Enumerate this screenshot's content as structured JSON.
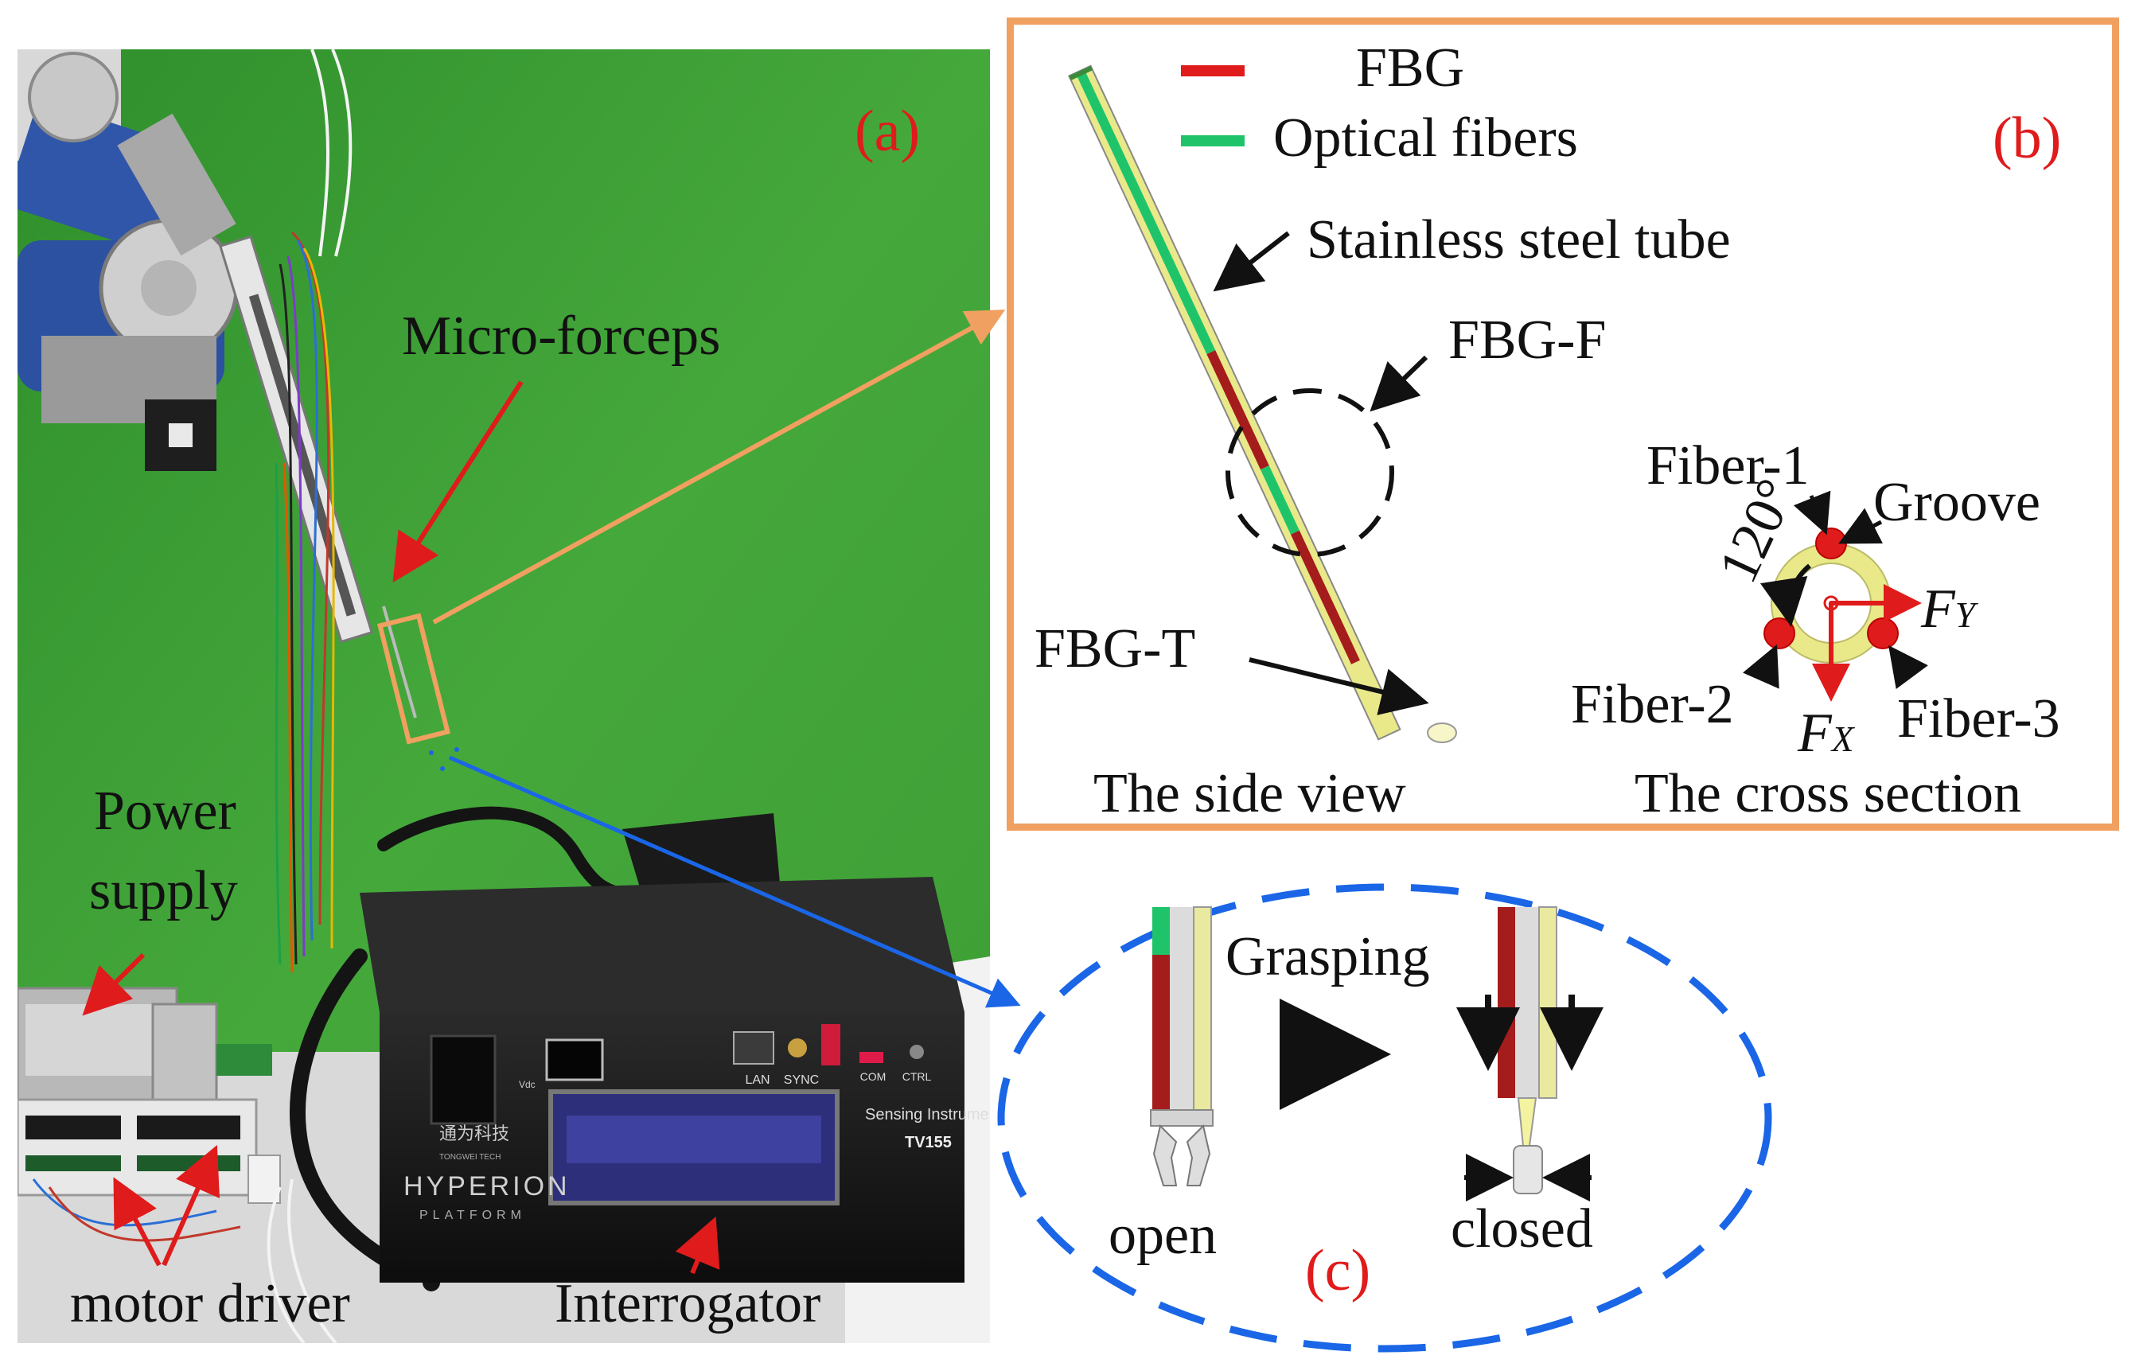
{
  "colors": {
    "fbg": "#e01b1b",
    "optical_fiber": "#1fc46a",
    "tube": "#e9e98a",
    "panel_b_border": "#f0a060",
    "panel_c_border": "#1a66e6",
    "label_red": "#e01b1b",
    "background_green": "#3a9a32"
  },
  "panel_a": {
    "tag": "(a)",
    "labels": {
      "micro_forceps": "Micro-forceps",
      "power_supply_1": "Power",
      "power_supply_2": "supply",
      "motor_driver": "motor driver",
      "interrogator": "Interrogator"
    },
    "device_text": {
      "lan": "LAN",
      "sync": "SYNC",
      "com": "COM",
      "ctrl": "CTRL",
      "sensing_instrument": "Sensing Instrument",
      "model": "TV155",
      "brand_cn": "通为科技",
      "brand_en": "TONGWEI TECH",
      "hyperion": "HYPERION",
      "platform": "PLATFORM",
      "vdc": "Vdc"
    }
  },
  "panel_b": {
    "tag": "(b)",
    "legend": [
      {
        "label": "FBG",
        "color_key": "fbg"
      },
      {
        "label": "Optical fibers",
        "color_key": "optical_fiber"
      }
    ],
    "labels": {
      "tube": "Stainless steel tube",
      "fbg_f": "FBG-F",
      "fbg_t": "FBG-T",
      "side_view": "The side view",
      "fiber_1": "Fiber-1",
      "fiber_2": "Fiber-2",
      "fiber_3": "Fiber-3",
      "groove": "Groove",
      "angle": "120°",
      "fy_main": "F",
      "fy_sub": "Y",
      "fx_main": "F",
      "fx_sub": "X",
      "cross_section": "The cross section"
    }
  },
  "panel_c": {
    "tag": "(c)",
    "labels": {
      "grasping": "Grasping",
      "open": "open",
      "closed": "closed"
    }
  }
}
